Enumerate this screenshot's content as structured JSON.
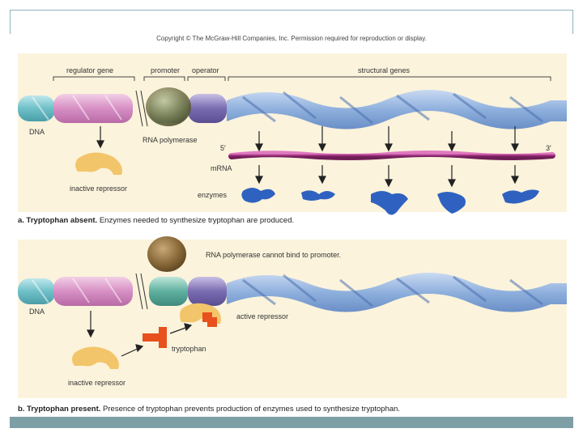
{
  "copyright": "Copyright © The McGraw-Hill Companies, Inc. Permission required for reproduction or display.",
  "panel_a": {
    "labels": {
      "regulator_gene": "regulator gene",
      "promoter": "promoter",
      "operator": "operator",
      "structural_genes": "structural genes",
      "dna": "DNA",
      "rna_polymerase": "RNA polymerase",
      "five_prime": "5′",
      "three_prime": "3′",
      "mrna": "mRNA",
      "enzymes": "enzymes",
      "inactive_repressor": "inactive repressor"
    },
    "caption_bold": "a. Tryptophan absent.",
    "caption_text": " Enzymes needed to synthesize tryptophan are produced."
  },
  "panel_b": {
    "labels": {
      "rna_polymerase_note": "RNA polymerase cannot bind to promoter.",
      "dna": "DNA",
      "active_repressor": "active repressor",
      "tryptophan": "tryptophan",
      "inactive_repressor": "inactive repressor"
    },
    "caption_bold": "b. Tryptophan present.",
    "caption_text": " Presence of tryptophan prevents production of enzymes used to synthesize tryptophan."
  },
  "colors": {
    "background_panel": "#fbf3dc",
    "dna_blue": "#8fb0dd",
    "dna_teal": "#6fc0c8",
    "regulator_pink": "#d78fc4",
    "promoter_green": "#5fb0a0",
    "operator_purple": "#7a6cb0",
    "mrna_magenta": "#a0307f",
    "enzyme_blue": "#2f62c0",
    "repressor_yellow": "#f3c56a",
    "tryptophan_orange": "#e8501d",
    "polymerase_brown": "#8a6a3a"
  }
}
